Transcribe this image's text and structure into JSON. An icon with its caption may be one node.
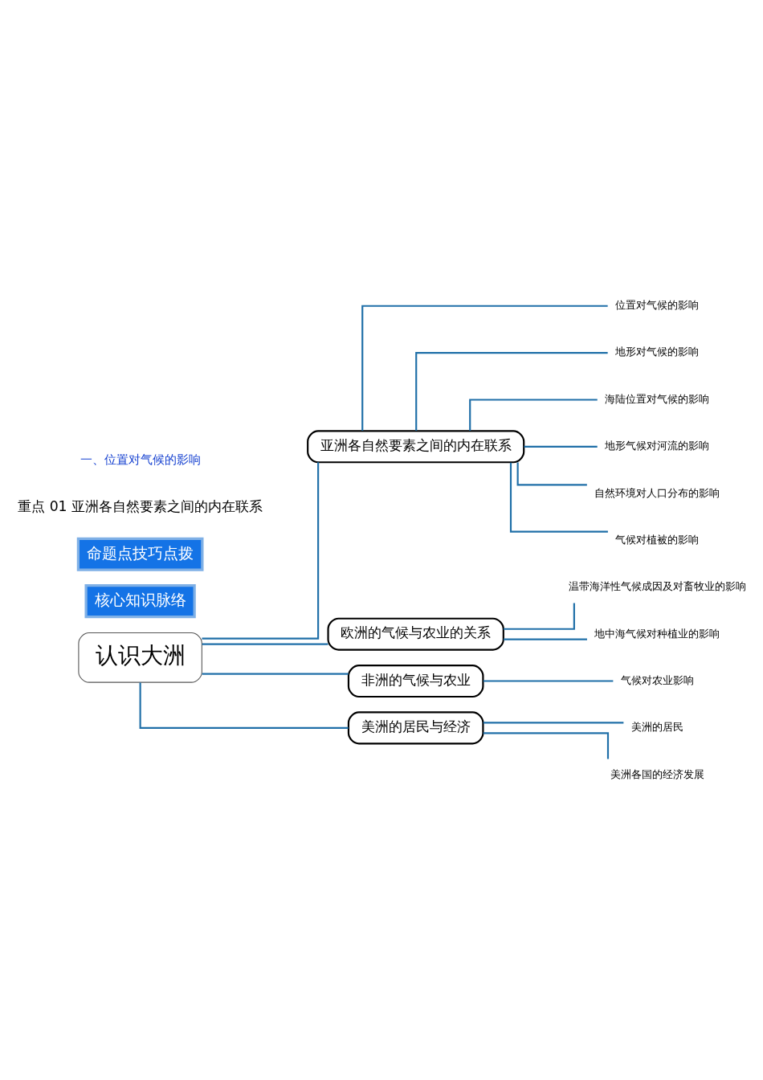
{
  "diagram": {
    "nodes": [
      {
        "text": [
          "认识大洲"
        ]
      },
      {
        "text": [
          "亚洲各自然要素之间的内在联系"
        ]
      },
      {
        "text": [
          "位置对气候的影响"
        ]
      },
      {
        "text": [
          "地形对气候的影响"
        ]
      },
      {
        "text": [
          "海陆位置对气候的影响"
        ]
      },
      {
        "text": [
          "地形气候对河流的影响"
        ]
      },
      {
        "text": [
          "自然环境对人口分布的影响"
        ]
      },
      {
        "text": [
          "气候对植被的影响"
        ]
      },
      {
        "text": [
          "欧洲的气候与农业的关系"
        ]
      },
      {
        "text": [
          "温带海洋性气候成因及对畜牧业的影响"
        ]
      },
      {
        "text": [
          "地中海气候对种植业的影响"
        ]
      },
      {
        "text": [
          "非洲的气候与农业"
        ]
      },
      {
        "text": [
          "气候对农业影响"
        ]
      },
      {
        "text": [
          "美洲的居民与经济"
        ]
      },
      {
        "text": [
          "美洲的居民"
        ]
      },
      {
        "text": [
          "美洲各国的经济发展"
        ]
      }
    ],
    "edges": [
      {
        "from": 0,
        "to": 1,
        "arrow": "none"
      },
      {
        "from": 1,
        "to": 2,
        "arrow": "none"
      },
      {
        "from": 1,
        "to": 3,
        "arrow": "none"
      },
      {
        "from": 1,
        "to": 4,
        "arrow": "none"
      },
      {
        "from": 1,
        "to": 5,
        "arrow": "none"
      },
      {
        "from": 1,
        "to": 6,
        "arrow": "none"
      },
      {
        "from": 1,
        "to": 7,
        "arrow": "none"
      },
      {
        "from": 0,
        "to": 8,
        "arrow": "none"
      },
      {
        "from": 8,
        "to": 9,
        "arrow": "none"
      },
      {
        "from": 8,
        "to": 10,
        "arrow": "none"
      },
      {
        "from": 0,
        "to": 11,
        "arrow": "none"
      },
      {
        "from": 11,
        "to": 12,
        "arrow": "none"
      },
      {
        "from": 0,
        "to": 13,
        "arrow": "none"
      },
      {
        "from": 13,
        "to": 14,
        "arrow": "none"
      },
      {
        "from": 13,
        "to": 15,
        "arrow": "none"
      }
    ],
    "labels": [
      "核心知识脉络",
      "命题点技巧点拨",
      "重点 01 亚洲各自然要素之间的内在联系",
      "一、位置对气候的影响"
    ]
  }
}
